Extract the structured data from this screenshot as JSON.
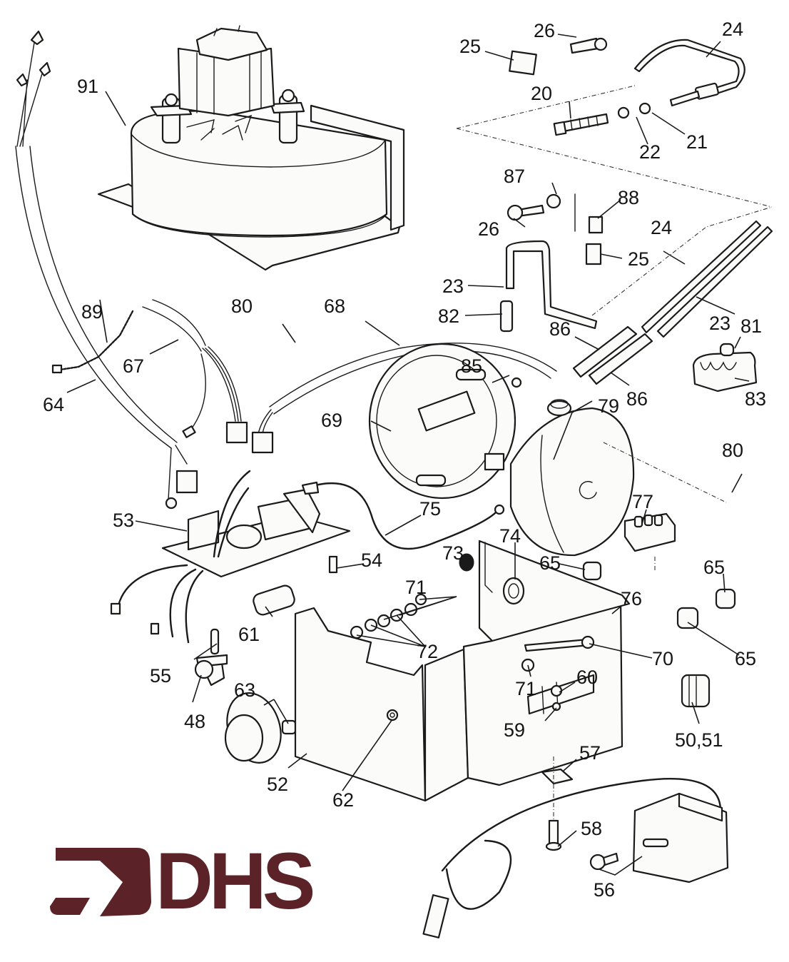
{
  "diagram": {
    "type": "exploded-parts-diagram",
    "subject": "Heater control assembly",
    "brand_logo": {
      "text": "DHS",
      "color": "#5b2328",
      "icon": "arrow-right-icon"
    },
    "callouts": [
      {
        "id": "c26a",
        "label": "26"
      },
      {
        "id": "c24a",
        "label": "24"
      },
      {
        "id": "c25a",
        "label": "25"
      },
      {
        "id": "c20",
        "label": "20"
      },
      {
        "id": "c22",
        "label": "22"
      },
      {
        "id": "c21",
        "label": "21"
      },
      {
        "id": "c91",
        "label": "91"
      },
      {
        "id": "c87",
        "label": "87"
      },
      {
        "id": "c88",
        "label": "88"
      },
      {
        "id": "c26b",
        "label": "26"
      },
      {
        "id": "c24b",
        "label": "24"
      },
      {
        "id": "c25b",
        "label": "25"
      },
      {
        "id": "c23a",
        "label": "23"
      },
      {
        "id": "c82",
        "label": "82"
      },
      {
        "id": "c80a",
        "label": "80"
      },
      {
        "id": "c68",
        "label": "68"
      },
      {
        "id": "c89",
        "label": "89"
      },
      {
        "id": "c86a",
        "label": "86"
      },
      {
        "id": "c23b",
        "label": "23"
      },
      {
        "id": "c81",
        "label": "81"
      },
      {
        "id": "c67",
        "label": "67"
      },
      {
        "id": "c64",
        "label": "64"
      },
      {
        "id": "c85",
        "label": "85"
      },
      {
        "id": "c86b",
        "label": "86"
      },
      {
        "id": "c83",
        "label": "83"
      },
      {
        "id": "c69",
        "label": "69"
      },
      {
        "id": "c79",
        "label": "79"
      },
      {
        "id": "c80b",
        "label": "80"
      },
      {
        "id": "c77",
        "label": "77"
      },
      {
        "id": "c53",
        "label": "53"
      },
      {
        "id": "c75",
        "label": "75"
      },
      {
        "id": "c74",
        "label": "74"
      },
      {
        "id": "c73",
        "label": "73"
      },
      {
        "id": "c54",
        "label": "54"
      },
      {
        "id": "c65a",
        "label": "65"
      },
      {
        "id": "c65b",
        "label": "65"
      },
      {
        "id": "c71a",
        "label": "71"
      },
      {
        "id": "c76",
        "label": "76"
      },
      {
        "id": "c61",
        "label": "61"
      },
      {
        "id": "c72",
        "label": "72"
      },
      {
        "id": "c65c",
        "label": "65"
      },
      {
        "id": "c70",
        "label": "70"
      },
      {
        "id": "c55",
        "label": "55"
      },
      {
        "id": "c71b",
        "label": "71"
      },
      {
        "id": "c60",
        "label": "60"
      },
      {
        "id": "c63",
        "label": "63"
      },
      {
        "id": "c48",
        "label": "48"
      },
      {
        "id": "c59",
        "label": "59"
      },
      {
        "id": "c50_51",
        "label": "50,51"
      },
      {
        "id": "c57",
        "label": "57"
      },
      {
        "id": "c52",
        "label": "52"
      },
      {
        "id": "c62",
        "label": "62"
      },
      {
        "id": "c58",
        "label": "58"
      },
      {
        "id": "c56",
        "label": "56"
      }
    ]
  }
}
